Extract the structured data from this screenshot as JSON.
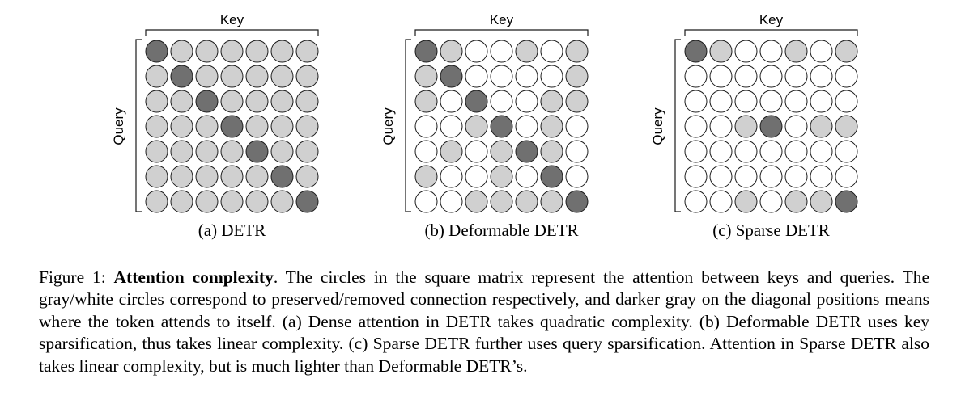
{
  "figure": {
    "panels": [
      {
        "key_label": "Key",
        "query_label": "Query",
        "subcaption": "(a) DETR",
        "matrix": [
          "2111111",
          "1211111",
          "1121111",
          "1112111",
          "1111211",
          "1111121",
          "1111112"
        ]
      },
      {
        "key_label": "Key",
        "query_label": "Query",
        "subcaption": "(b) Deformable DETR",
        "matrix": [
          "2100101",
          "1200001",
          "1020011",
          "0012010",
          "0101210",
          "1001020",
          "0011112"
        ]
      },
      {
        "key_label": "Key",
        "query_label": "Query",
        "subcaption": "(c) Sparse DETR",
        "matrix": [
          "2100101",
          "0000000",
          "0000000",
          "0012011",
          "0000000",
          "0000000",
          "0010112"
        ]
      }
    ],
    "colors": {
      "white": "#ffffff",
      "gray": "#d0d0d0",
      "dark": "#707070",
      "stroke": "#1a1a1a"
    }
  },
  "caption": {
    "prefix": "Figure 1: ",
    "title": "Attention complexity",
    "body": ". The circles in the square matrix represent the attention between keys and queries. The gray/white circles correspond to preserved/removed connection respectively, and darker gray on the diagonal positions means where the token attends to itself. (a) Dense attention in DETR takes quadratic complexity. (b) Deformable DETR uses key sparsification, thus takes linear complexity. (c) Sparse DETR further uses query sparsification. Attention in Sparse DETR also takes linear complexity, but is much lighter than Deformable DETR’s."
  }
}
